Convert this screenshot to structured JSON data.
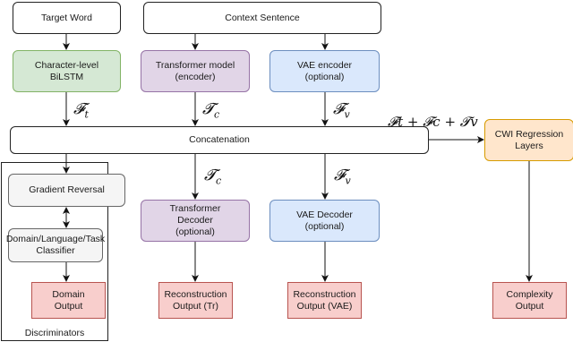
{
  "nodes": {
    "target_word": "Target Word",
    "context_sentence": "Context Sentence",
    "char_bilstm": "Character-level\nBiLSTM",
    "transformer_encoder": "Transformer model\n(encoder)",
    "vae_encoder": "VAE encoder\n(optional)",
    "concatenation": "Concatenation",
    "cwi_regression": "CWI Regression\nLayers",
    "gradient_reversal": "Gradient Reversal",
    "classifier": "Domain/Language/Task\nClassifier",
    "domain_output": "Domain\nOutput",
    "transformer_decoder": "Transformer\nDecoder\n(optional)",
    "vae_decoder": "VAE Decoder\n(optional)",
    "recon_tr": "Reconstruction\nOutput (Tr)",
    "recon_vae": "Reconstruction\nOutput (VAE)",
    "complexity_output": "Complexity\nOutput"
  },
  "groups": {
    "discriminators": "Discriminators"
  },
  "edge_labels": {
    "ft": {
      "sym": "𝓕",
      "sub": "t"
    },
    "tc": {
      "sym": "𝓣",
      "sub": "c"
    },
    "fv": {
      "sym": "𝓕",
      "sub": "v"
    },
    "sum": "𝓕t + 𝓕c + 𝓣v",
    "tc_dec": {
      "sym": "𝓣",
      "sub": "c"
    },
    "fv_dec": {
      "sym": "𝓕",
      "sub": "v"
    }
  },
  "colors": {
    "green_fill": "#d5e8d4",
    "purple_fill": "#e1d5e7",
    "blue_fill": "#dae8fc",
    "orange_fill": "#ffe6cc",
    "red_fill": "#f8cecc",
    "gray_fill": "#f5f5f5"
  }
}
